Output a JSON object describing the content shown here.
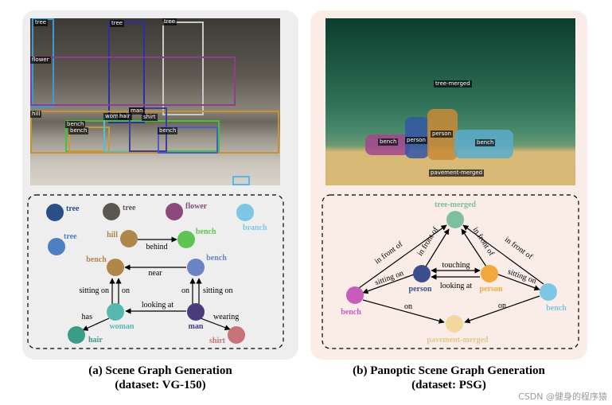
{
  "panel_a": {
    "caption_line1": "(a) Scene Graph Generation",
    "caption_line2": "(dataset: VG-150)",
    "photo_labels": [
      "tree",
      "tree",
      "tree",
      "flower",
      "hill",
      "bench",
      "bench",
      "woman",
      "hair",
      "man",
      "shirt",
      "bench"
    ],
    "graph": {
      "nodes": [
        {
          "id": "tree1",
          "label": "tree",
          "color": "#2d4f86"
        },
        {
          "id": "tree2",
          "label": "tree",
          "color": "#5b5650"
        },
        {
          "id": "flower",
          "label": "flower",
          "color": "#8b4a79"
        },
        {
          "id": "branch",
          "label": "branch",
          "color": "#7ec6e6"
        },
        {
          "id": "tree3",
          "label": "tree",
          "color": "#4d7fc1"
        },
        {
          "id": "hill",
          "label": "hill",
          "color": "#b0874b"
        },
        {
          "id": "bench_g",
          "label": "bench",
          "color": "#5ec553"
        },
        {
          "id": "bench_o",
          "label": "bench",
          "color": "#b0874b"
        },
        {
          "id": "bench_b",
          "label": "bench",
          "color": "#6b83c4"
        },
        {
          "id": "woman",
          "label": "woman",
          "color": "#57b8b0"
        },
        {
          "id": "man",
          "label": "man",
          "color": "#4a3c7a"
        },
        {
          "id": "hair",
          "label": "hair",
          "color": "#3a9d86"
        },
        {
          "id": "shirt",
          "label": "shirt",
          "color": "#c77378"
        }
      ],
      "edges": [
        {
          "label": "behind"
        },
        {
          "label": "near"
        },
        {
          "label": "sitting on"
        },
        {
          "label": "on"
        },
        {
          "label": "on"
        },
        {
          "label": "sitting on"
        },
        {
          "label": "looking at"
        },
        {
          "label": "has"
        },
        {
          "label": "wearing"
        }
      ]
    }
  },
  "panel_b": {
    "caption_line1": "(b) Panoptic Scene Graph Generation",
    "caption_line2": "(dataset: PSG)",
    "photo_labels": [
      "tree-merged",
      "person",
      "bench",
      "person",
      "bench",
      "pavement-merged"
    ],
    "graph": {
      "nodes": [
        {
          "id": "tree_merged",
          "label": "tree-merged",
          "color": "#7dbf9f"
        },
        {
          "id": "person_b",
          "label": "person",
          "color": "#3b4f8f"
        },
        {
          "id": "person_o",
          "label": "person",
          "color": "#f0a93a"
        },
        {
          "id": "bench_p",
          "label": "bench",
          "color": "#c85cba"
        },
        {
          "id": "bench_c",
          "label": "bench",
          "color": "#7ec6e6"
        },
        {
          "id": "pavement",
          "label": "pavement-merged",
          "color": "#f2d79e"
        }
      ],
      "edges": [
        {
          "label": "in front of"
        },
        {
          "label": "in front of"
        },
        {
          "label": "in front of"
        },
        {
          "label": "in front of"
        },
        {
          "label": "sitting on"
        },
        {
          "label": "sitting on"
        },
        {
          "label": "touching"
        },
        {
          "label": "looking at"
        },
        {
          "label": "on"
        },
        {
          "label": "on"
        }
      ]
    }
  },
  "watermark": "CSDN @健身的程序猿"
}
